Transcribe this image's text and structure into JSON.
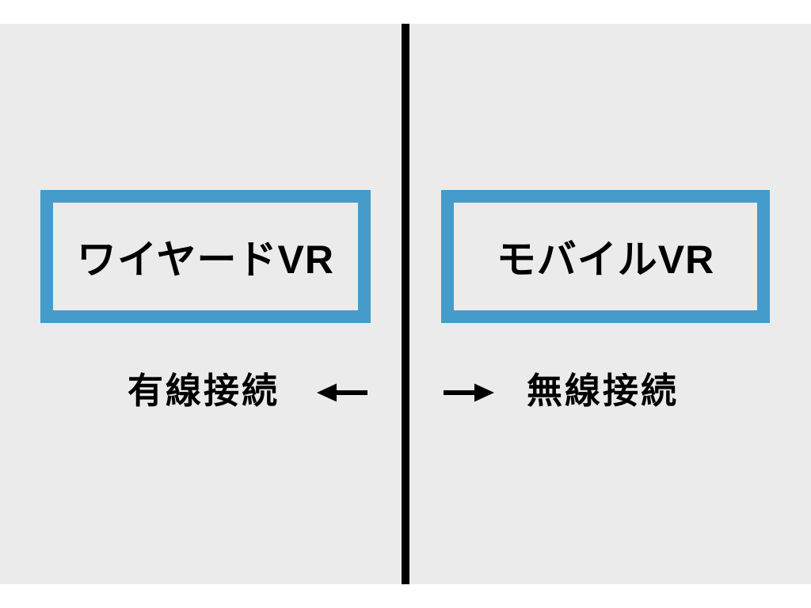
{
  "colors": {
    "background": "#ffffff",
    "panel": "#EBEBEB",
    "box_border": "#459BC9",
    "divider": "#000000",
    "text": "#000000",
    "arrow": "#000000"
  },
  "diagram": {
    "left": {
      "box_label": "ワイヤードVR",
      "connection_label": "有線接続"
    },
    "right": {
      "box_label": "モバイルVR",
      "connection_label": "無線接続"
    }
  }
}
